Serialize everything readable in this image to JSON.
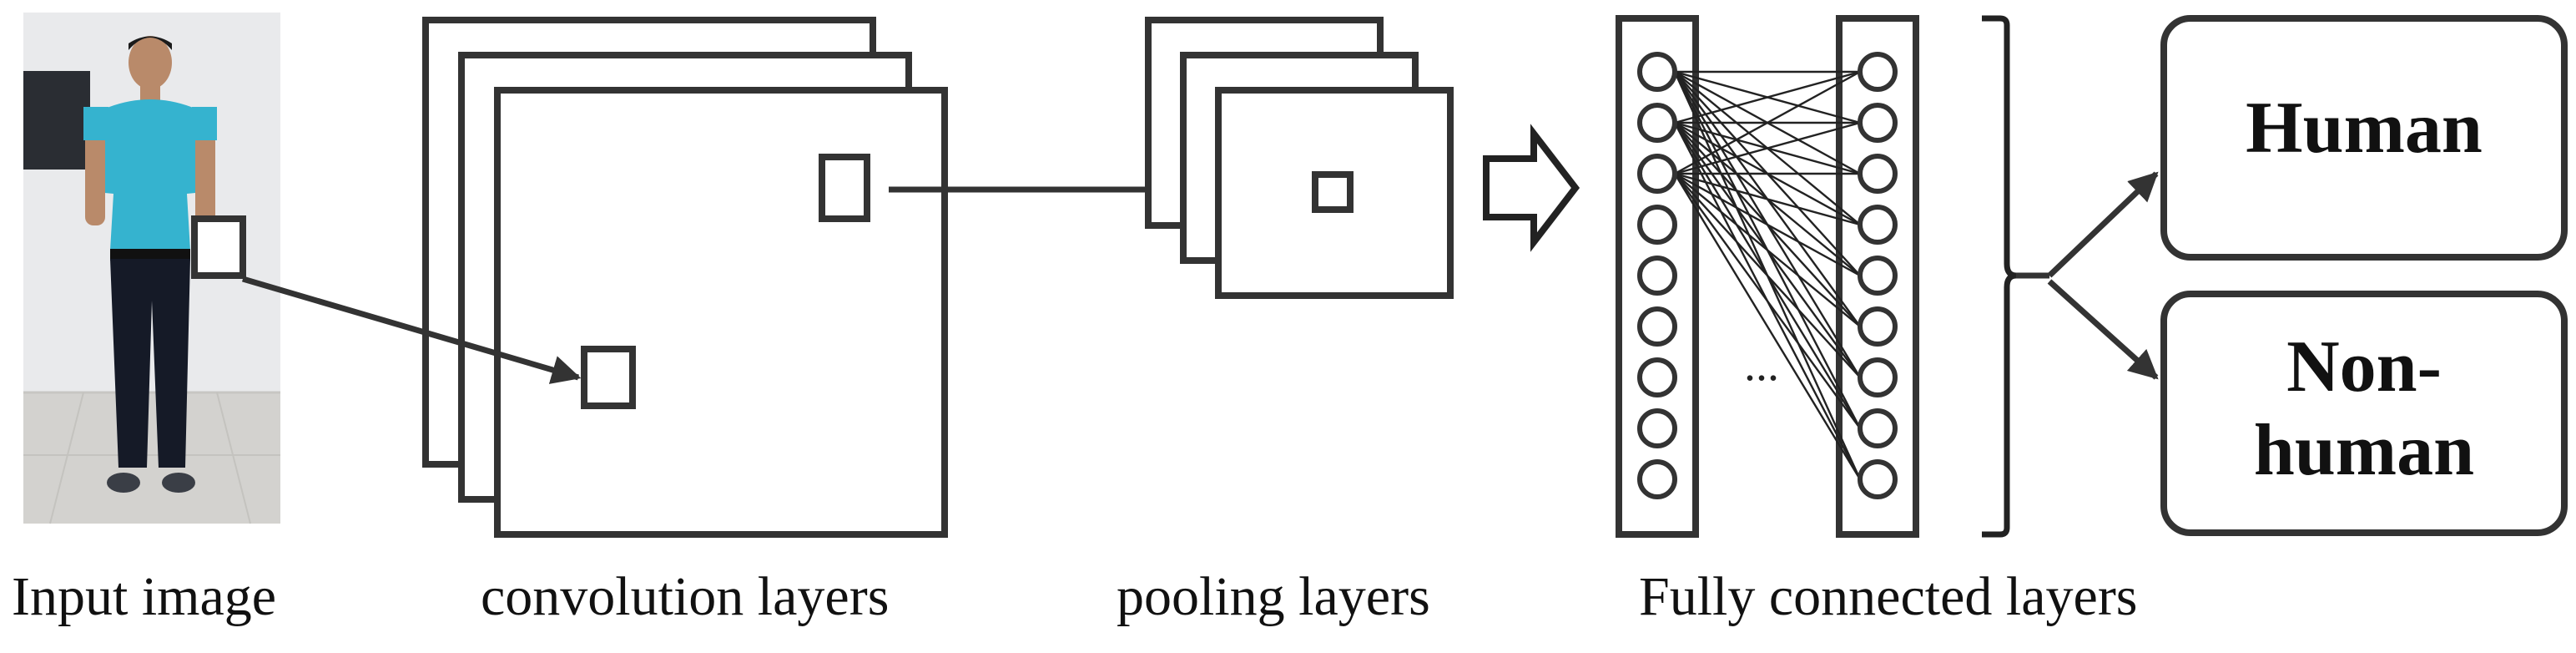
{
  "labels": {
    "input_image": "Input image",
    "convolution": "convolution layers",
    "pooling": "pooling layers",
    "fully_connected": "Fully connected layers"
  },
  "outputs": {
    "human": "Human",
    "non_human_line1": "Non-",
    "non_human_line2": "human"
  },
  "ellipsis": "...",
  "colors": {
    "stroke": "#333333",
    "text": "#111111",
    "wall": "#e9eaec",
    "floor": "#d3d2cf",
    "shirt": "#35b3cf",
    "pants": "#151a27",
    "tv": "#2a2d33"
  }
}
